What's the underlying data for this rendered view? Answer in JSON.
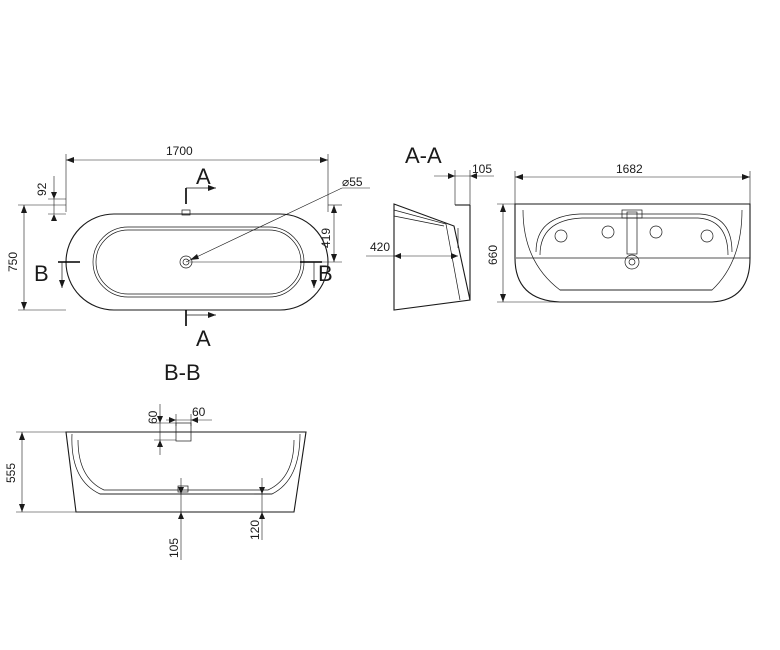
{
  "dimensions": {
    "top_length": "1700",
    "top_offset": "92",
    "top_width": "750",
    "top_half": "419",
    "drain_diameter": "⌀55",
    "section_a_depth": "420",
    "section_a_rim": "105",
    "front_length": "1682",
    "front_height": "660",
    "section_b_height": "555",
    "section_b_overflow_1": "60",
    "section_b_overflow_2": "60",
    "section_b_base": "105",
    "section_b_foot": "120"
  },
  "section_markers": {
    "a_top": "A",
    "a_bottom": "A",
    "b_left": "B",
    "b_right": "B",
    "section_a_title": "A-A",
    "section_b_title": "B-B"
  }
}
